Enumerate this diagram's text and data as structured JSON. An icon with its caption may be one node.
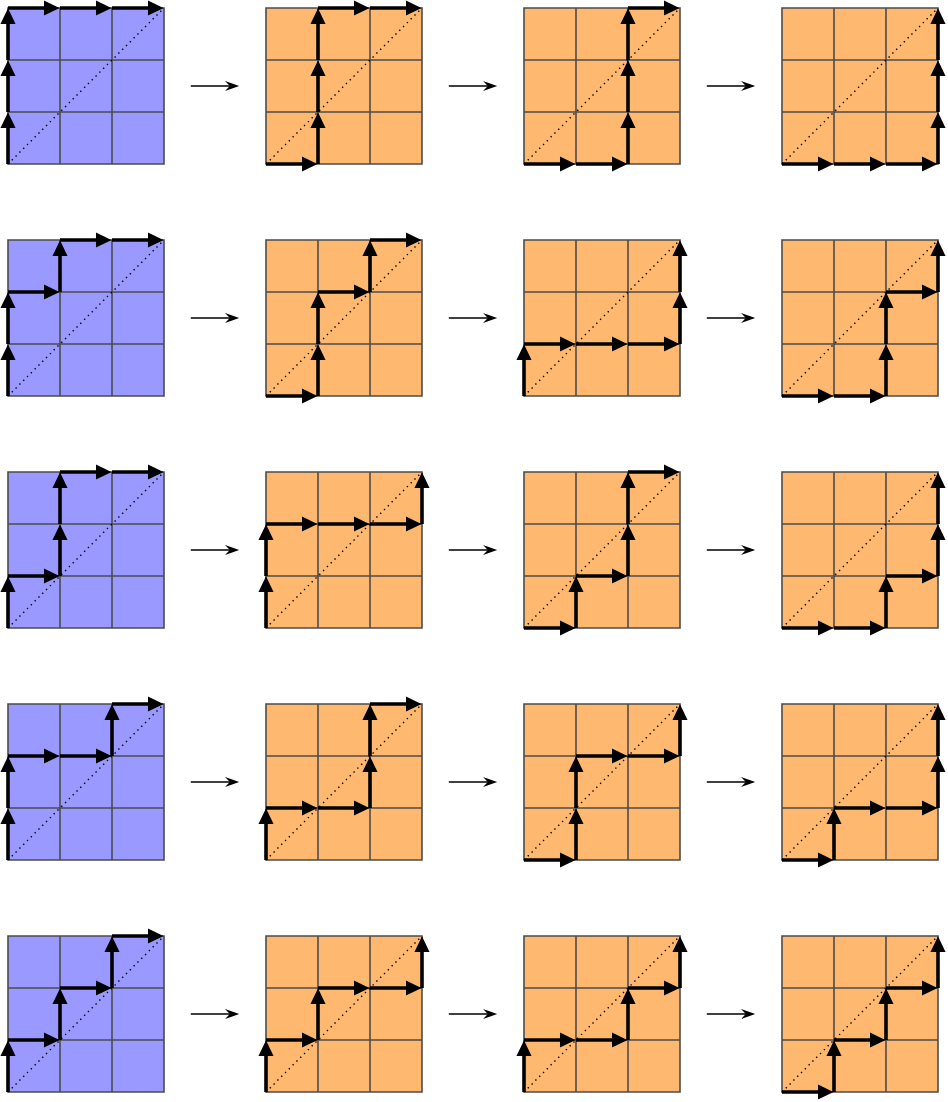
{
  "diagram": {
    "nodes": [
      {
        "text": [],
        "shape": "grid"
      },
      {
        "text": [],
        "shape": "grid"
      },
      {
        "text": [],
        "shape": "grid"
      },
      {
        "text": [],
        "shape": "grid"
      },
      {
        "text": [],
        "shape": "grid"
      },
      {
        "text": [],
        "shape": "grid"
      },
      {
        "text": [],
        "shape": "grid"
      },
      {
        "text": [],
        "shape": "grid"
      },
      {
        "text": [],
        "shape": "grid"
      },
      {
        "text": [],
        "shape": "grid"
      },
      {
        "text": [],
        "shape": "grid"
      },
      {
        "text": [],
        "shape": "grid"
      },
      {
        "text": [],
        "shape": "grid"
      },
      {
        "text": [],
        "shape": "grid"
      },
      {
        "text": [],
        "shape": "grid"
      },
      {
        "text": [],
        "shape": "grid"
      },
      {
        "text": [],
        "shape": "grid"
      },
      {
        "text": [],
        "shape": "grid"
      },
      {
        "text": [],
        "shape": "grid"
      },
      {
        "text": [],
        "shape": "grid"
      }
    ],
    "edges": [
      {
        "from": 0,
        "to": 1,
        "arrow": "to"
      },
      {
        "from": 1,
        "to": 2,
        "arrow": "to"
      },
      {
        "from": 2,
        "to": 3,
        "arrow": "to"
      },
      {
        "from": 4,
        "to": 5,
        "arrow": "to"
      },
      {
        "from": 5,
        "to": 6,
        "arrow": "to"
      },
      {
        "from": 6,
        "to": 7,
        "arrow": "to"
      },
      {
        "from": 8,
        "to": 9,
        "arrow": "to"
      },
      {
        "from": 9,
        "to": 10,
        "arrow": "to"
      },
      {
        "from": 10,
        "to": 11,
        "arrow": "to"
      },
      {
        "from": 12,
        "to": 13,
        "arrow": "to"
      },
      {
        "from": 13,
        "to": 14,
        "arrow": "to"
      },
      {
        "from": 14,
        "to": 15,
        "arrow": "to"
      },
      {
        "from": 16,
        "to": 17,
        "arrow": "to"
      },
      {
        "from": 17,
        "to": 18,
        "arrow": "to"
      },
      {
        "from": 18,
        "to": 19,
        "arrow": "to"
      }
    ]
  }
}
